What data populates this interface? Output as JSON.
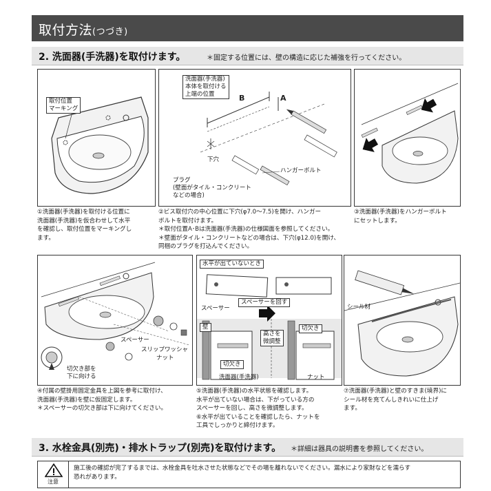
{
  "header": {
    "title_main": "取付方法",
    "title_sub": "(つづき)"
  },
  "section2": {
    "heading": "2. 洗面器(手洗器)を取付けます。",
    "note": "＊固定する位置には、壁の構造に応じた補強を行ってください。"
  },
  "panel1": {
    "label": "取付位置\nマーキング"
  },
  "panel2": {
    "label_top": "洗面器(手洗器)\n本体を取付ける\n上端の位置",
    "label_a": "A",
    "label_b": "B",
    "label_hole": "下穴",
    "label_bolt": "ハンガーボルト",
    "label_plug": "プラグ\n(壁面がタイル・コンクリート\nなどの場合)"
  },
  "captions_row1": {
    "c1": "①洗面器(手洗器)を取付ける位置に\n洗面器(手洗器)を仮合わせして水平\nを確認し、取付位置をマーキングし\nます。",
    "c2": "②ビス取付穴の中心位置に下穴(φ7.0〜7.5)を開け、ハンガー\nボルトを取付けます。\n＊取付位置A･Bは洗面器(手洗器)の仕様図面を参照してください。\n＊壁面がタイル・コンクリートなどの場合は、下穴(φ12.0)を開け、\n同梱のプラグを打込んでください。",
    "c3": "③洗面器(手洗器)をハンガーボルト\nにセットします。"
  },
  "panel4": {
    "label_spacer": "スペーサー",
    "label_washer": "スリップワッシャ",
    "label_nut": "ナット",
    "label_notch": "切欠き部を\n下に向ける"
  },
  "panel5": {
    "label_not_level": "水平が出ていないとき",
    "label_spacer": "スペーサー",
    "label_rotate": "スペーサーを回す",
    "label_wall": "壁",
    "label_height": "高さを\n微調整",
    "label_notch1": "切欠き",
    "label_notch2": "切欠き",
    "label_basin": "洗面器(手洗器)",
    "label_nut": "ナット"
  },
  "panel6": {
    "label_seal": "シール材"
  },
  "captions_row2": {
    "c4": "④付属の壁掛用固定金具を上図を参考に取付け、\n洗面器(手洗器)を壁に仮固定します。\n＊スペーサーの切欠き部は下に向けてください。",
    "c5": "⑤洗面器(手洗器)の水平状態を確認します。\n水平が出ていない場合は、下がっている方の\nスペーサーを回し、高さを微調整します。\n⑥水平が出ていることを確認したら、ナットを\n工具でしっかりと締付けます。",
    "c7": "⑦洗面器(手洗器)と壁のすきま(境界)に\nシール材を充てんしきれいに仕上げ\nます。"
  },
  "section3": {
    "heading": "3. 水栓金具(別売)・排水トラップ(別売)を取付けます。",
    "note": "＊詳細は器具の説明書を参照してください。"
  },
  "warning": {
    "label": "注意",
    "text": "施工後の確認が完了するまでは、水栓金具を吐水させた状態などでその場を離れないでください。漏水により家財などを濡らす\n恐れがあります。"
  },
  "icons": [
    "warning-triangle-icon",
    "arrow-right-icon",
    "arrow-left-icon"
  ]
}
